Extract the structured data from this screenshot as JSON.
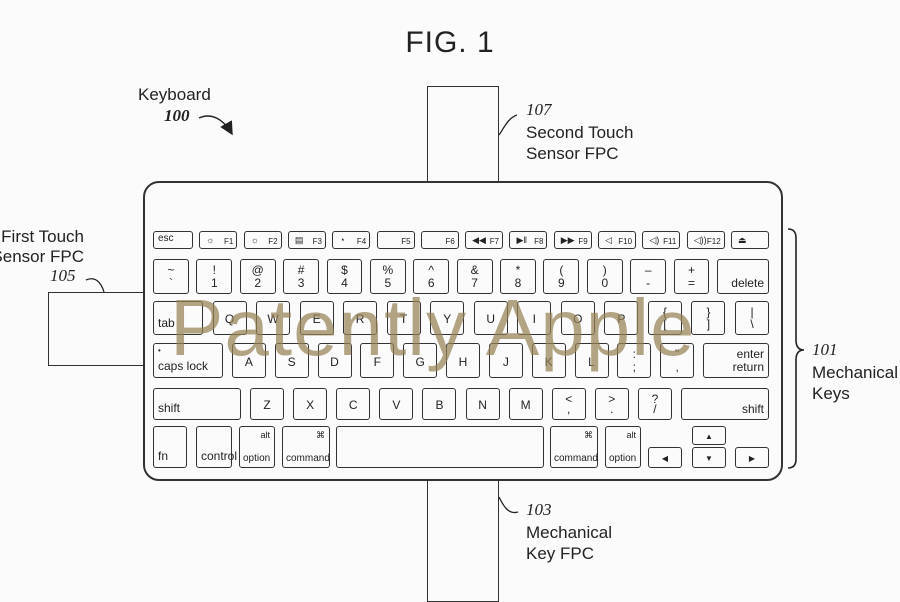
{
  "figure": {
    "title": "FIG. 1"
  },
  "callouts": {
    "keyboard": {
      "label": "Keyboard",
      "ref": "100"
    },
    "second_touch": {
      "ref": "107",
      "line1": "Second Touch",
      "line2": "Sensor FPC"
    },
    "first_touch": {
      "line1": "First Touch",
      "line2": "Sensor FPC",
      "ref": "105"
    },
    "mech_keys": {
      "ref": "101",
      "line1": "Mechanical",
      "line2": "Keys"
    },
    "mech_fpc": {
      "ref": "103",
      "line1": "Mechanical",
      "line2": "Key FPC"
    }
  },
  "watermark": "Patently Apple",
  "keyboard": {
    "row0": [
      {
        "id": "esc",
        "main": "esc"
      },
      {
        "id": "f1",
        "icon": "☼",
        "fn": "F1"
      },
      {
        "id": "f2",
        "icon": "☼",
        "fn": "F2"
      },
      {
        "id": "f3",
        "icon": "▤",
        "fn": "F3"
      },
      {
        "id": "f4",
        "icon": "◔",
        "fn": "F4"
      },
      {
        "id": "f5",
        "fn": "F5"
      },
      {
        "id": "f6",
        "fn": "F6"
      },
      {
        "id": "f7",
        "icon": "◀◀",
        "fn": "F7"
      },
      {
        "id": "f8",
        "icon": "▶‖",
        "fn": "F8"
      },
      {
        "id": "f9",
        "icon": "▶▶",
        "fn": "F9"
      },
      {
        "id": "f10",
        "icon": "◁",
        "fn": "F10"
      },
      {
        "id": "f11",
        "icon": "◁)",
        "fn": "F11"
      },
      {
        "id": "f12",
        "icon": "◁))",
        "fn": "F12"
      },
      {
        "id": "eject",
        "icon": "⏏"
      }
    ],
    "row1": [
      {
        "id": "tilde",
        "top": "~",
        "bottom": "`"
      },
      {
        "id": "1",
        "top": "!",
        "bottom": "1"
      },
      {
        "id": "2",
        "top": "@",
        "bottom": "2"
      },
      {
        "id": "3",
        "top": "#",
        "bottom": "3"
      },
      {
        "id": "4",
        "top": "$",
        "bottom": "4"
      },
      {
        "id": "5",
        "top": "%",
        "bottom": "5"
      },
      {
        "id": "6",
        "top": "^",
        "bottom": "6"
      },
      {
        "id": "7",
        "top": "&",
        "bottom": "7"
      },
      {
        "id": "8",
        "top": "*",
        "bottom": "8"
      },
      {
        "id": "9",
        "top": "(",
        "bottom": "9"
      },
      {
        "id": "0",
        "top": ")",
        "bottom": "0"
      },
      {
        "id": "minus",
        "top": "–",
        "bottom": "-"
      },
      {
        "id": "plus",
        "top": "+",
        "bottom": "="
      },
      {
        "id": "delete",
        "main": "delete"
      }
    ],
    "row2": [
      {
        "id": "tab",
        "main": "tab"
      },
      {
        "id": "q",
        "main": "Q"
      },
      {
        "id": "w",
        "main": "W"
      },
      {
        "id": "e",
        "main": "E"
      },
      {
        "id": "r",
        "main": "R"
      },
      {
        "id": "t",
        "main": "T"
      },
      {
        "id": "y",
        "main": "Y"
      },
      {
        "id": "u",
        "main": "U"
      },
      {
        "id": "i",
        "main": "I"
      },
      {
        "id": "o",
        "main": "O"
      },
      {
        "id": "p",
        "main": "P"
      },
      {
        "id": "lbrace",
        "top": "{",
        "bottom": "["
      },
      {
        "id": "rbrace",
        "top": "}",
        "bottom": "]"
      },
      {
        "id": "pipe",
        "top": "|",
        "bottom": "\\"
      }
    ],
    "row3": [
      {
        "id": "capslock",
        "dot": "•",
        "main": "caps lock"
      },
      {
        "id": "a",
        "main": "A"
      },
      {
        "id": "s",
        "main": "S"
      },
      {
        "id": "d",
        "main": "D"
      },
      {
        "id": "f",
        "main": "F"
      },
      {
        "id": "g",
        "main": "G"
      },
      {
        "id": "h",
        "main": "H"
      },
      {
        "id": "j",
        "main": "J"
      },
      {
        "id": "k",
        "main": "K"
      },
      {
        "id": "l",
        "main": "L"
      },
      {
        "id": "colon",
        "top": ":",
        "bottom": ";"
      },
      {
        "id": "quote",
        "top": "\"",
        "bottom": ","
      },
      {
        "id": "enter",
        "top": "enter",
        "bottom": "return"
      }
    ],
    "row4": [
      {
        "id": "lshift",
        "main": "shift"
      },
      {
        "id": "z",
        "main": "Z"
      },
      {
        "id": "x",
        "main": "X"
      },
      {
        "id": "c",
        "main": "C"
      },
      {
        "id": "v",
        "main": "V"
      },
      {
        "id": "b",
        "main": "B"
      },
      {
        "id": "n",
        "main": "N"
      },
      {
        "id": "m",
        "main": "M"
      },
      {
        "id": "lt",
        "top": "<",
        "bottom": ","
      },
      {
        "id": "gt",
        "top": ">",
        "bottom": "."
      },
      {
        "id": "question",
        "top": "?",
        "bottom": "/"
      },
      {
        "id": "rshift",
        "main": "shift"
      }
    ],
    "row5": [
      {
        "id": "fn",
        "main": "fn"
      },
      {
        "id": "control",
        "main": "control"
      },
      {
        "id": "loption",
        "top": "alt",
        "bottom": "option"
      },
      {
        "id": "lcommand",
        "top": "⌘",
        "bottom": "command"
      },
      {
        "id": "space",
        "main": ""
      },
      {
        "id": "rcommand",
        "top": "⌘",
        "bottom": "command"
      },
      {
        "id": "roption",
        "top": "alt",
        "bottom": "option"
      },
      {
        "id": "left",
        "main": "◀"
      },
      {
        "id": "up",
        "main": "▲"
      },
      {
        "id": "down",
        "main": "▼"
      },
      {
        "id": "right",
        "main": "▶"
      }
    ]
  }
}
